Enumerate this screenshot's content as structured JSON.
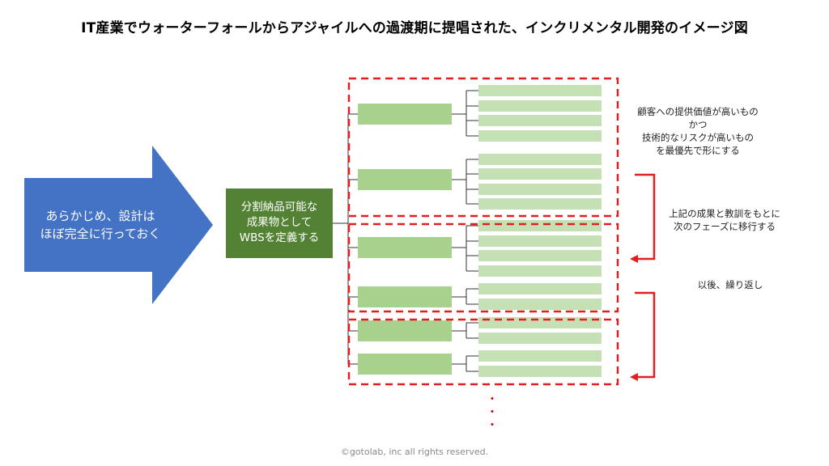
{
  "title": "IT産業でウォーターフォールからアジャイルへの過渡期に提唱された、インクリメンタル開発のイメージ図",
  "arrow_text": [
    "あらかじめ、設計は",
    "ほぼ完全に行っておく"
  ],
  "wbs_box_text": [
    "分割納品可能な",
    "成果物として",
    "WBSを定義する"
  ],
  "note_priority": [
    "顧客への提供価値が高いもの",
    "かつ",
    "技術的なリスクが高いもの",
    "を最優先で形にする"
  ],
  "note_next_phase": [
    "上記の成果と教訓をもとに",
    "次のフェーズに移行する"
  ],
  "note_repeat": "以後、繰り返し",
  "ellipsis": "・\n・\n・",
  "footer": "©gotolab, inc  all rights reserved.",
  "colors": {
    "arrow_fill": "#4472c4",
    "wbs_fill": "#548235",
    "mid_box_fill": "#a9d18e",
    "right_bar_fill": "#c5e0b4",
    "dash_red": "#e02020",
    "bracket_red": "#e02020"
  }
}
